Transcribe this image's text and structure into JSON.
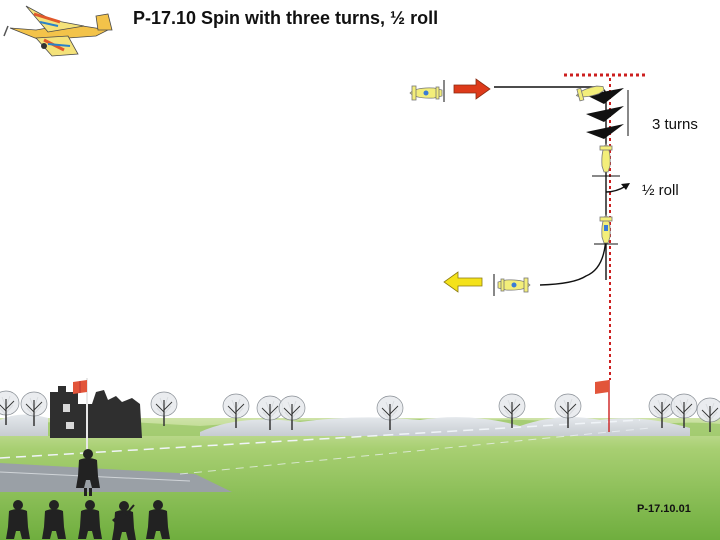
{
  "title": "P-17.10 Spin with three turns, ½ roll",
  "labels": {
    "turns": "3 turns",
    "roll": "½ roll"
  },
  "figure_code": "P-17.10.01",
  "colors": {
    "sky": "#ffffff",
    "grass": "#7fb94a",
    "flight_path": "#000000",
    "center_line": "#cc1f1f",
    "entry_arrow": "#dd3a1a",
    "exit_arrow": "#f4e21a",
    "plane_body": "#f3ee7a"
  },
  "icons": [
    "airplane-logo-icon",
    "entry-arrow-icon",
    "exit-arrow-icon",
    "flag-icon",
    "pilot-icon",
    "judge-icon",
    "tree-icon",
    "castle-ruin-icon"
  ]
}
